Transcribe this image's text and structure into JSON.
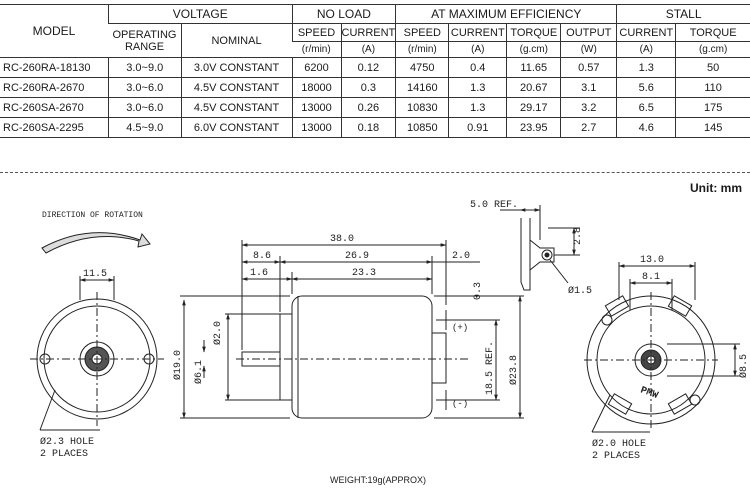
{
  "table": {
    "headers": {
      "model": "MODEL",
      "voltage": "VOLTAGE",
      "no_load": "NO LOAD",
      "at_max": "AT MAXIMUM EFFICIENCY",
      "stall": "STALL",
      "operating_range_1": "OPERATING",
      "operating_range_2": "RANGE",
      "nominal": "NOMINAL",
      "speed": "SPEED",
      "current": "CURRENT",
      "torque": "TORQUE",
      "output": "OUTPUT",
      "unit_rmin": "(r/min)",
      "unit_a": "(A)",
      "unit_gcm": "(g.cm)",
      "unit_w": "(W)"
    },
    "rows": [
      [
        "RC-260RA-18130",
        "3.0~9.0",
        "3.0V CONSTANT",
        "6200",
        "0.12",
        "4750",
        "0.4",
        "11.65",
        "0.57",
        "1.3",
        "50"
      ],
      [
        "RC-260RA-2670",
        "3.0~6.0",
        "4.5V CONSTANT",
        "18000",
        "0.3",
        "14160",
        "1.3",
        "20.67",
        "3.1",
        "5.6",
        "110"
      ],
      [
        "RC-260SA-2670",
        "3.0~6.0",
        "4.5V CONSTANT",
        "13000",
        "0.26",
        "10830",
        "1.3",
        "29.17",
        "3.2",
        "6.5",
        "175"
      ],
      [
        "RC-260SA-2295",
        "4.5~9.0",
        "6.0V CONSTANT",
        "13000",
        "0.18",
        "10850",
        "0.91",
        "23.95",
        "2.7",
        "4.6",
        "145"
      ]
    ]
  },
  "unit_label": "Unit: mm",
  "weight_label": "WEIGHT:19g(APPROX)",
  "drawing": {
    "rotation_label": "DIRECTION OF ROTATION",
    "dim_11_5": "11.5",
    "hole_left_1": "Ø2.3 HOLE",
    "hole_left_2": "2 PLACES",
    "dim_38": "38.0",
    "dim_8_6": "8.6",
    "dim_26_9": "26.9",
    "dim_2_0": "2.0",
    "dim_1_6": "1.6",
    "dim_23_3": "23.3",
    "dim_shaft": "Ø2.0",
    "dim_6_1": "Ø6.1",
    "dim_19": "Ø19.0",
    "dim_0_3": "0.3",
    "dim_18_5": "18.5 REF.",
    "dim_23_8": "Ø23.8",
    "plus": "(+)",
    "minus": "(-)",
    "dim_5_ref": "5.0 REF.",
    "dim_2_8": "2.8",
    "dim_1_5": "Ø1.5",
    "dim_13": "13.0",
    "dim_8_1": "8.1",
    "dim_8_5": "Ø8.5",
    "pmw": "PMW",
    "hole_right_1": "Ø2.0 HOLE",
    "hole_right_2": "2 PLACES"
  }
}
